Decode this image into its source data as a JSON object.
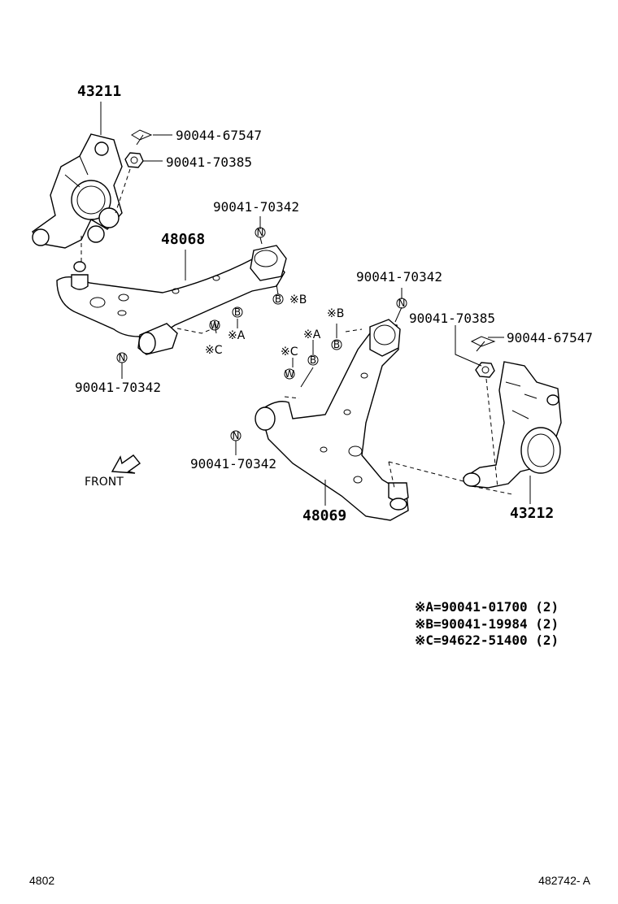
{
  "labels": {
    "knuckle_left": "43211",
    "knuckle_right": "43212",
    "arm_left": "48068",
    "arm_right": "48069",
    "pin_left": "90044-67547",
    "nut_left": "90041-70385",
    "upper_left_n": "90041-70342",
    "lower_left_n": "90041-70342",
    "upper_right_n": "90041-70342",
    "nut_right": "90041-70385",
    "pin_right": "90044-67547",
    "lower_right_n": "90041-70342",
    "front": "FRONT"
  },
  "markers": {
    "n": "N",
    "b": "B",
    "w": "W",
    "c": "C",
    "a": "A",
    "xb": "※B",
    "xa": "※A",
    "xc": "※C"
  },
  "legend": [
    "※A=90041-01700 (2)",
    "※B=90041-19984 (2)",
    "※C=94622-51400 (2)"
  ],
  "footer": {
    "left": "4802",
    "right": "482742- A"
  }
}
